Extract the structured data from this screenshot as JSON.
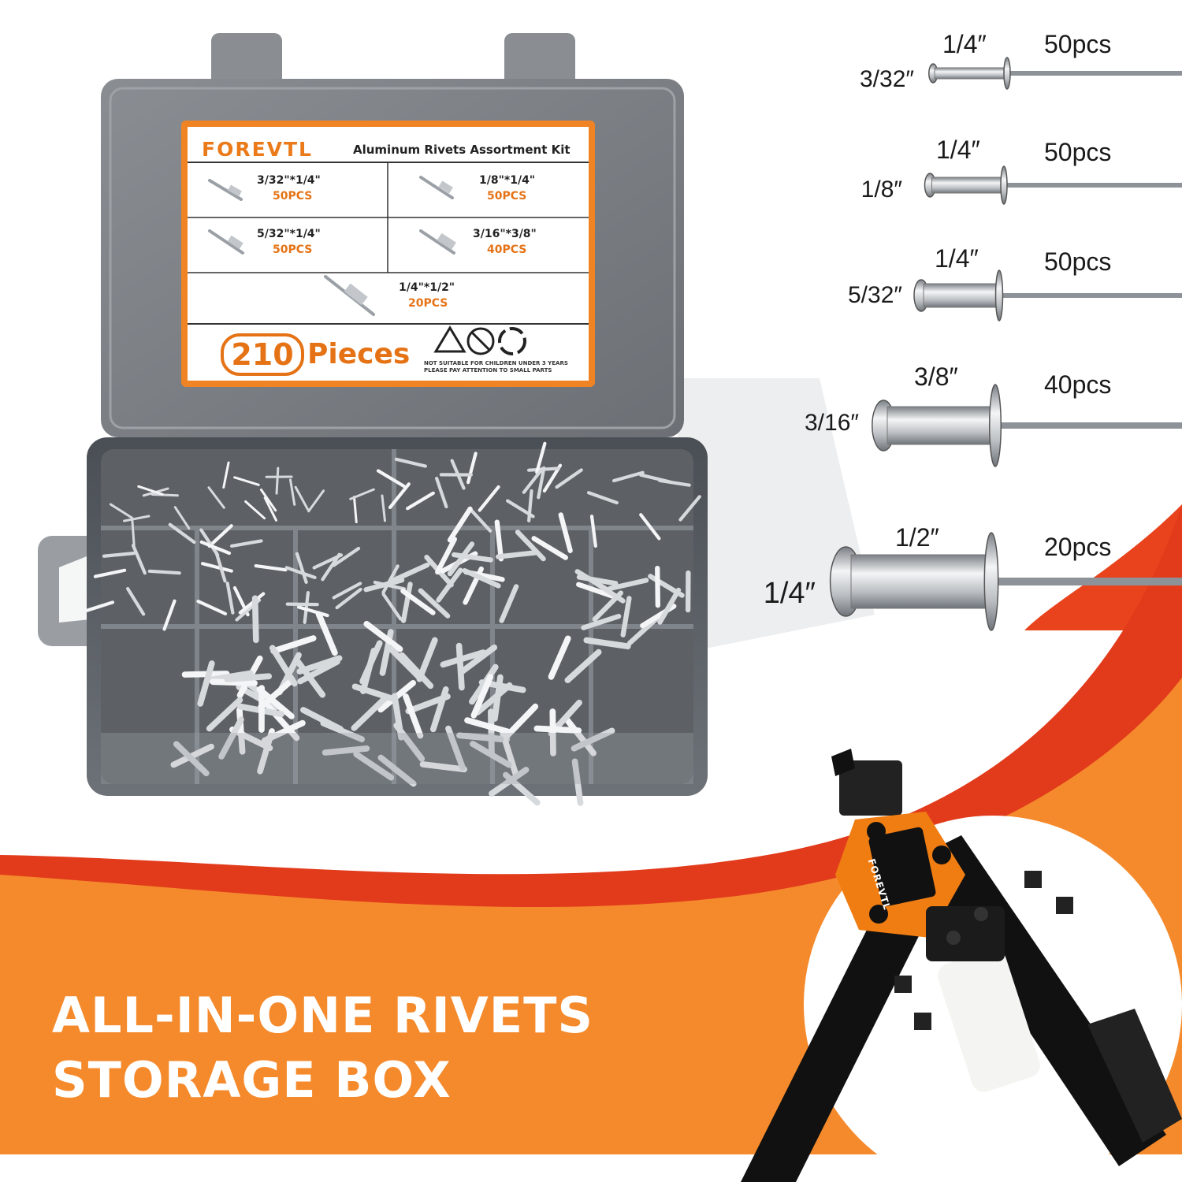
{
  "label": {
    "brand": "FOREVTL",
    "title": "Aluminum Rivets Assortment Kit",
    "cells": [
      {
        "size": "3/32\"*1/4\"",
        "qty": "50PCS"
      },
      {
        "size": "1/8\"*1/4\"",
        "qty": "50PCS"
      },
      {
        "size": "5/32\"*1/4\"",
        "qty": "50PCS"
      },
      {
        "size": "3/16\"*3/8\"",
        "qty": "40PCS"
      },
      {
        "size": "1/4\"*1/2\"",
        "qty": "20PCS"
      }
    ],
    "pieces_count": "210",
    "pieces_word": "Pieces",
    "warning_line1": "NOT SUITABLE FOR CHILDREN UNDER 3 YEARS",
    "warning_line2": "PLEASE PAY ATTENTION TO SMALL PARTS"
  },
  "rivet_specs": [
    {
      "diameter": "3/32″",
      "length": "1/4″",
      "quantity": "50pcs"
    },
    {
      "diameter": "1/8″",
      "length": "1/4″",
      "quantity": "50pcs"
    },
    {
      "diameter": "5/32″",
      "length": "1/4″",
      "quantity": "50pcs"
    },
    {
      "diameter": "3/16″",
      "length": "3/8″",
      "quantity": "40pcs"
    },
    {
      "diameter": "1/4″",
      "length": "1/2″",
      "quantity": "20pcs"
    }
  ],
  "tool_brand": "FOREVTL",
  "headline": {
    "line1": "ALL-IN-ONE RIVETS",
    "line2": "STORAGE BOX"
  },
  "colors": {
    "accent_orange": "#f58a2c",
    "accent_red": "#e8431c",
    "case_gray": "#5d6166"
  }
}
